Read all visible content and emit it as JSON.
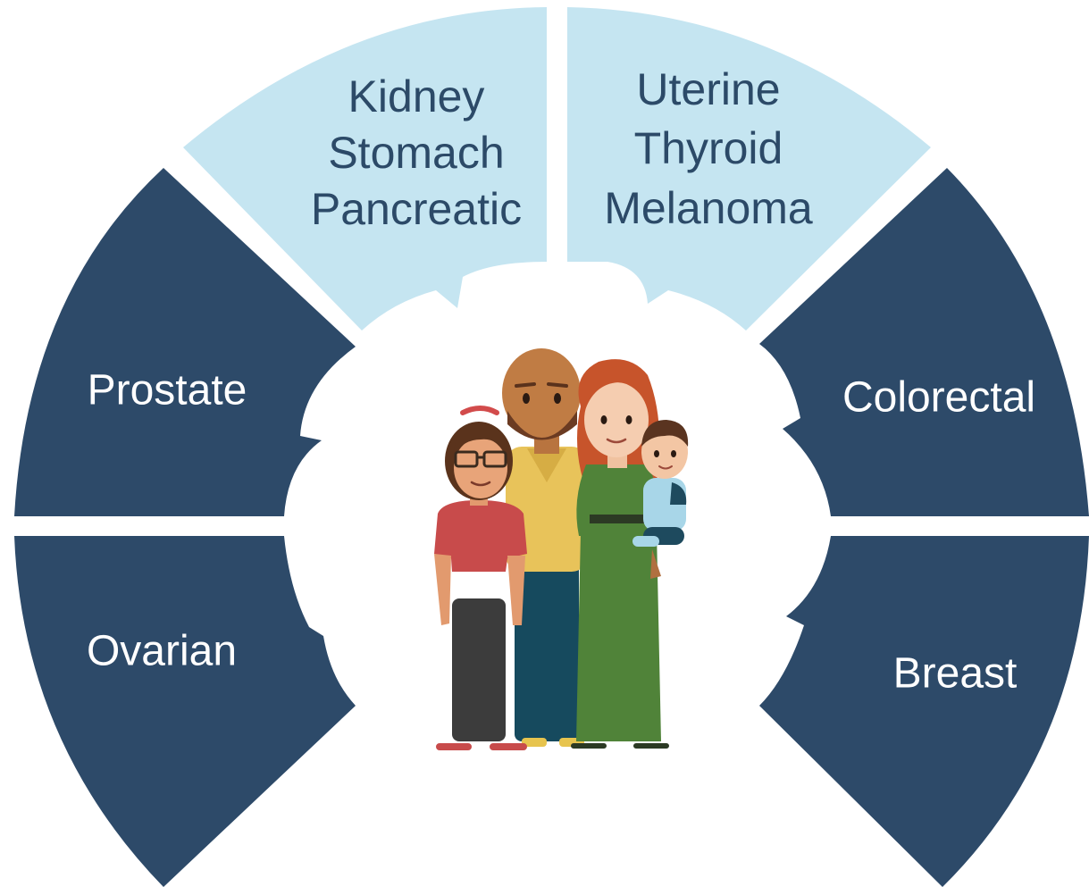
{
  "colors": {
    "dark_segment": "#2d4a69",
    "light_segment": "#c5e5f1",
    "dark_text": "#ffffff",
    "light_text": "#2c4a68"
  },
  "segments": {
    "prostate": {
      "label": "Prostate"
    },
    "ovarian": {
      "label": "Ovarian"
    },
    "colorectal": {
      "label": "Colorectal"
    },
    "breast": {
      "label": "Breast"
    },
    "top_left": {
      "lines": [
        "Kidney",
        "Stomach",
        "Pancreatic"
      ]
    },
    "top_right": {
      "lines": [
        "Uterine",
        "Thyroid",
        "Melanoma"
      ]
    }
  },
  "center_image": {
    "icon": "family-illustration-icon"
  }
}
